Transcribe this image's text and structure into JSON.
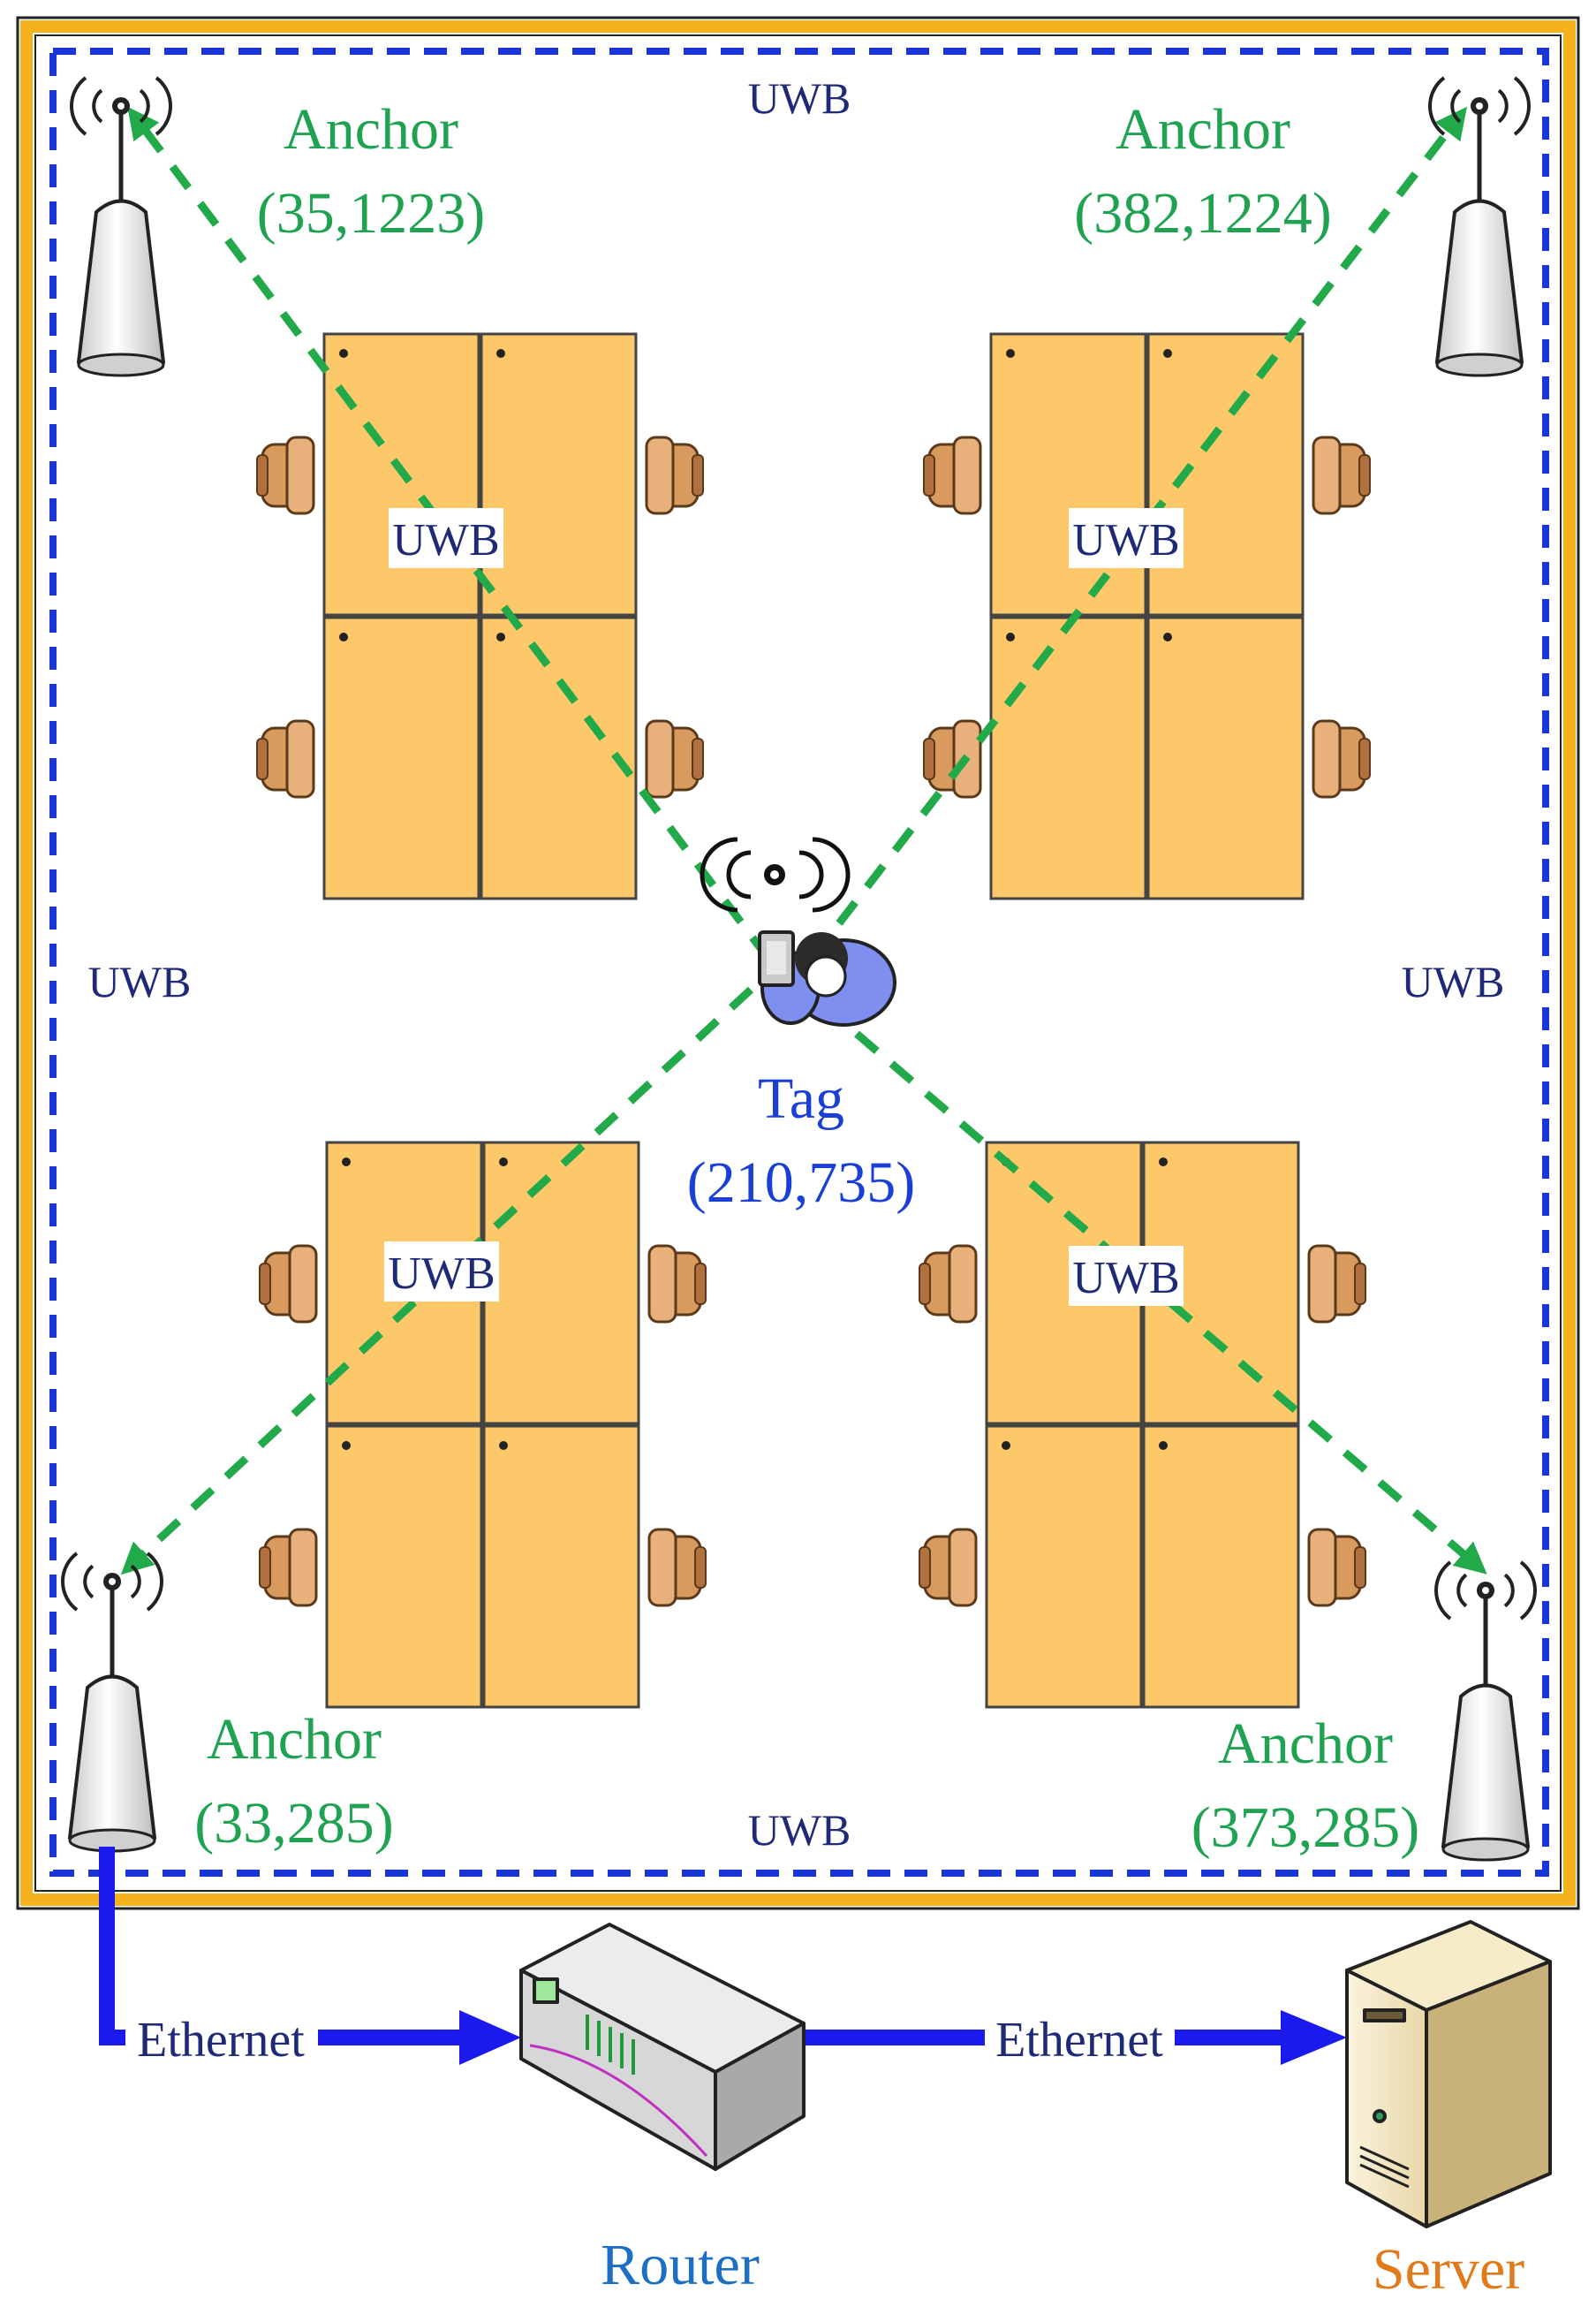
{
  "colors": {
    "room_border": "#f5b21c",
    "uwb_zone": "#1a35d8",
    "signal_line": "#22aa4a",
    "desk": "#fcc86a",
    "chair": "#d99a5e",
    "anchor_text": "#1fa352",
    "tag_text": "#1a3fd6",
    "ethernet": "#1a1aee",
    "router_label": "#1d6fc4",
    "server_label": "#e07a1a"
  },
  "labels": {
    "uwb_top": "UWB",
    "uwb_left": "UWB",
    "uwb_right": "UWB",
    "uwb_bottom": "UWB",
    "uwb_link_tl": "UWB",
    "uwb_link_tr": "UWB",
    "uwb_link_bl": "UWB",
    "uwb_link_br": "UWB",
    "ethernet_1": "Ethernet",
    "ethernet_2": "Ethernet",
    "router": "Router",
    "server": "Server"
  },
  "anchors": [
    {
      "name": "Anchor",
      "coords": "(35,1223)"
    },
    {
      "name": "Anchor",
      "coords": "(382,1224)"
    },
    {
      "name": "Anchor",
      "coords": "(33,285)"
    },
    {
      "name": "Anchor",
      "coords": "(373,285)"
    }
  ],
  "tag": {
    "name": "Tag",
    "coords": "(210,735)"
  },
  "icons": [
    "anchor-antenna-icon",
    "tag-person-icon",
    "router-icon",
    "server-icon",
    "desk-icon",
    "chair-icon"
  ]
}
